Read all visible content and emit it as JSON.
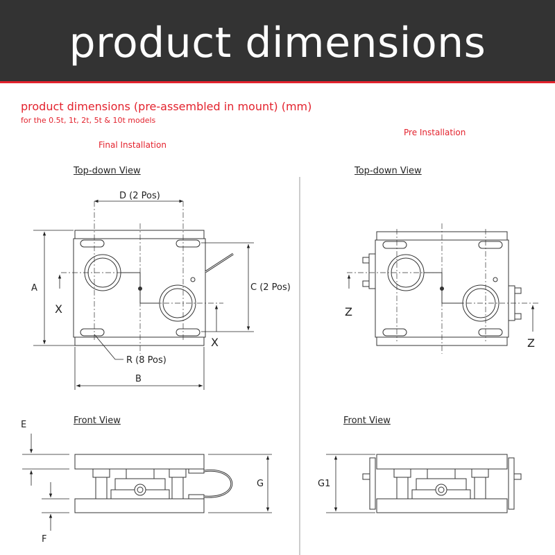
{
  "header": {
    "title": "product dimensions",
    "accent_color": "#e3222d",
    "bg_color": "#333333"
  },
  "subtitle": "product dimensions (pre-assembled in mount)  (mm)",
  "models_note": "for the 0.5t, 1t, 2t, 5t & 10t models",
  "final_label": "Final Installation",
  "pre_label": "Pre Installation",
  "views": {
    "final_top": "Top-down View",
    "pre_top": "Top-down View",
    "final_front": "Front View",
    "pre_front": "Front View"
  },
  "dims": {
    "D": "D (2 Pos)",
    "A": "A",
    "X1": "X",
    "X2": "X",
    "C": "C (2 Pos)",
    "R": "R (8 Pos)",
    "B": "B",
    "Z1": "Z",
    "Z2": "Z",
    "E": "E",
    "F": "F",
    "G": "G",
    "G1": "G1"
  }
}
